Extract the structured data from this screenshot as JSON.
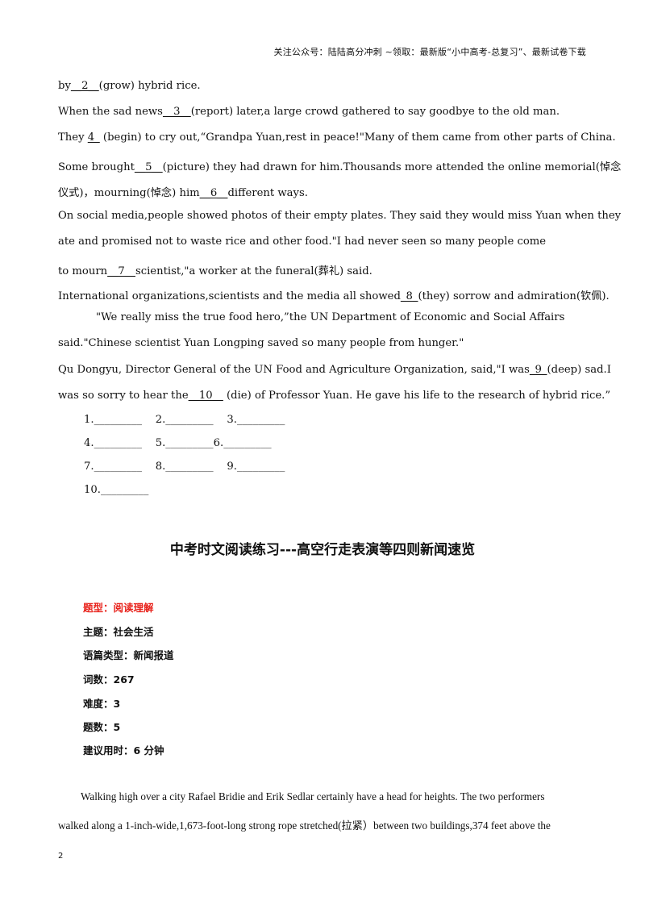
{
  "header": "关注公众号：陆陆高分冲刺 ~领取：最新版“小中高考-总复习”、最新试卷下载",
  "passage": {
    "l1": {
      "a": "by",
      "b1": "__2__",
      "c": "(grow) hybrid rice."
    },
    "l2": {
      "a": " When the sad news",
      "b3": "__3__",
      "c": "(report) later,a large crowd gathered to say goodbye to the old man."
    },
    "l3": {
      "a": "They ",
      "b4": "4_",
      "c": " (begin) to cry out,“Grandpa Yuan,rest in peace!\"Many of them came from other parts of China."
    },
    "l4": {
      "a": "Some brought",
      "b5": "__5__",
      "c": "(picture) they had drawn for him.Thousands more attended the online memorial(悼念"
    },
    "l5": {
      "a": "仪式)，mourning(悼念) him",
      "b6": "__6__",
      "c": "different ways."
    },
    "l6": " On social media,people showed photos of their empty plates. They said they would miss Yuan when they",
    "l7": "ate and promised not to waste rice and other food.\"I had never seen so many people come",
    "l8": {
      "a": "to mourn",
      "b7": "__7__",
      "c": "scientist,\"a worker at the funeral(葬礼) said."
    },
    "l9": {
      "a": " International organizations,scientists and the media all showed",
      "b8": "_8_",
      "c": "(they) sorrow and admiration(钦佩)."
    },
    "l10": "\"We really miss the true food hero,”the UN Department of Economic and Social Affairs",
    "l11": "said.\"Chinese scientist Yuan Longping saved so many people from hunger.\"",
    "l12": {
      "a": " Qu Dongyu, Director General of the UN Food and Agriculture Organization, said,\"I was",
      "b9": "_9_",
      "c": "(deep) sad.I"
    },
    "l13": {
      "a": "was so sorry to hear the",
      "b10": "__10__",
      "c": " (die) of Professor Yuan. He gave his life to the research of hybrid rice.”"
    }
  },
  "answers": {
    "r1": "1._________    2._________    3._________",
    "r2": "4._________    5._________6._________",
    "r3": "7._________    8._________    9._________",
    "r4": "10._________"
  },
  "title": "中考时文阅读练习---高空行走表演等四则新闻速览",
  "meta": {
    "type": "题型：阅读理解",
    "topic": "主题：社会生活",
    "genre": "语篇类型：新闻报道",
    "words": "词数：267",
    "difficulty": "难度：3",
    "count": "题数：5",
    "time": "建议用时：6 分钟"
  },
  "article": {
    "l1": "Walking high over a city Rafael Bridie and Erik Sedlar certainly have a head for heights. The two performers",
    "l2": "walked along a 1-inch-wide,1,673-foot-long strong rope stretched(拉紧）between two buildings,374 feet above the"
  },
  "page_number": "2"
}
